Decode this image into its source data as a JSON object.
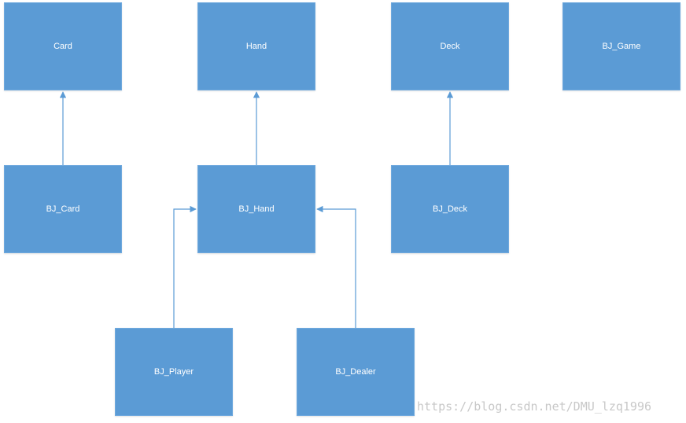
{
  "nodes": {
    "card": "Card",
    "hand": "Hand",
    "deck": "Deck",
    "game": "BJ_Game",
    "bj_card": "BJ_Card",
    "bj_hand": "BJ_Hand",
    "bj_deck": "BJ_Deck",
    "bj_player": "BJ_Player",
    "bj_dealer": "BJ_Dealer"
  },
  "edges": [
    {
      "from": "BJ_Card",
      "to": "Card"
    },
    {
      "from": "BJ_Hand",
      "to": "Hand"
    },
    {
      "from": "BJ_Deck",
      "to": "Deck"
    },
    {
      "from": "BJ_Player",
      "to": "BJ_Hand"
    },
    {
      "from": "BJ_Dealer",
      "to": "BJ_Hand"
    }
  ],
  "colors": {
    "box_fill": "#5b9bd5",
    "connector": "#5b9bd5",
    "label": "#ffffff"
  },
  "watermark": "https://blog.csdn.net/DMU_lzq1996"
}
